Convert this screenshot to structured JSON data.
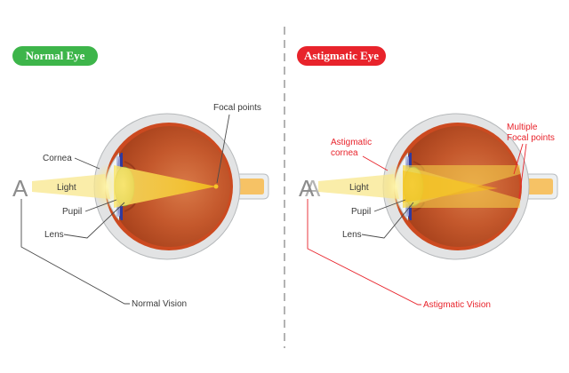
{
  "left_panel": {
    "title": "Normal Eye",
    "title_color": "#3db54a",
    "letter": "A",
    "labels": {
      "focal": "Focal points",
      "cornea": "Cornea",
      "light": "Light",
      "pupil": "Pupil",
      "lens": "Lens",
      "vision": "Normal Vision"
    }
  },
  "right_panel": {
    "title": "Astigmatic Eye",
    "title_color": "#e8232b",
    "letter": "A",
    "labels": {
      "focal_line1": "Multiple",
      "focal_line2": "Focal points",
      "cornea_line1": "Astigmatic",
      "cornea_line2": "cornea",
      "light": "Light",
      "pupil": "Pupil",
      "lens": "Lens",
      "vision": "Astigmatic Vision"
    }
  },
  "colors": {
    "eyeball_outer": "#d9dadb",
    "retina": "#c1441d",
    "interior": "#c0572e",
    "light_beam": "#f7d62a",
    "optic_nerve": "#f6c265",
    "iris": "#2f3aa0",
    "lens": "#b3c86d",
    "accent_red": "#e8232b"
  }
}
